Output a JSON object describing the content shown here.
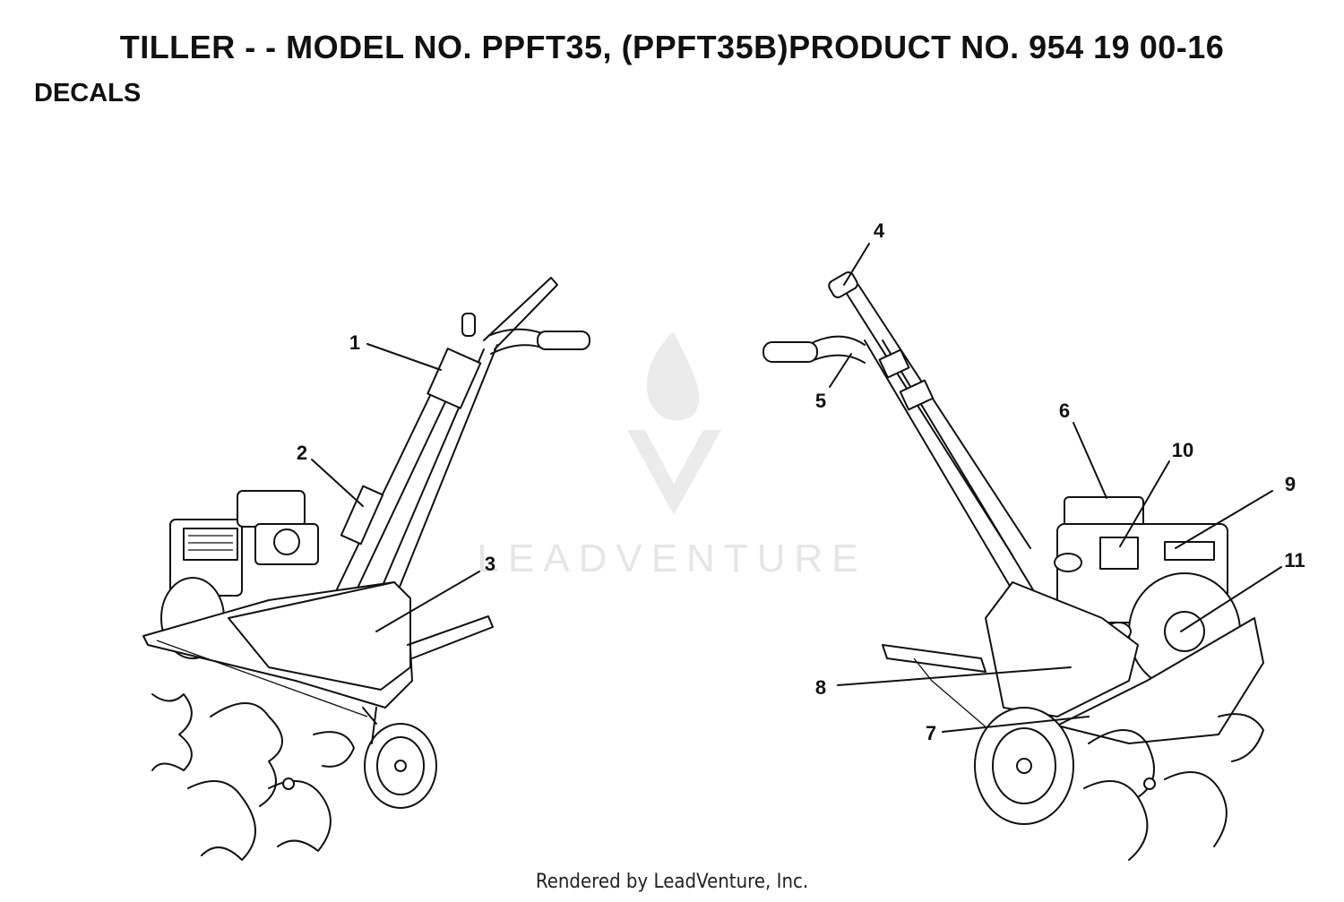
{
  "header": {
    "title": "TILLER - - MODEL NO. PPFT35, (PPFT35B)PRODUCT NO. 954 19 00-16",
    "section": "DECALS"
  },
  "callouts": [
    {
      "id": "1",
      "label": "1"
    },
    {
      "id": "2",
      "label": "2"
    },
    {
      "id": "3",
      "label": "3"
    },
    {
      "id": "4",
      "label": "4"
    },
    {
      "id": "5",
      "label": "5"
    },
    {
      "id": "6",
      "label": "6"
    },
    {
      "id": "7",
      "label": "7"
    },
    {
      "id": "8",
      "label": "8"
    },
    {
      "id": "9",
      "label": "9"
    },
    {
      "id": "10",
      "label": "10"
    },
    {
      "id": "11",
      "label": "11"
    }
  ],
  "watermark": {
    "text": "LEADVENTURE",
    "logo": "flame-v-logo-icon"
  },
  "footer": {
    "text": "Rendered by LeadVenture, Inc."
  }
}
